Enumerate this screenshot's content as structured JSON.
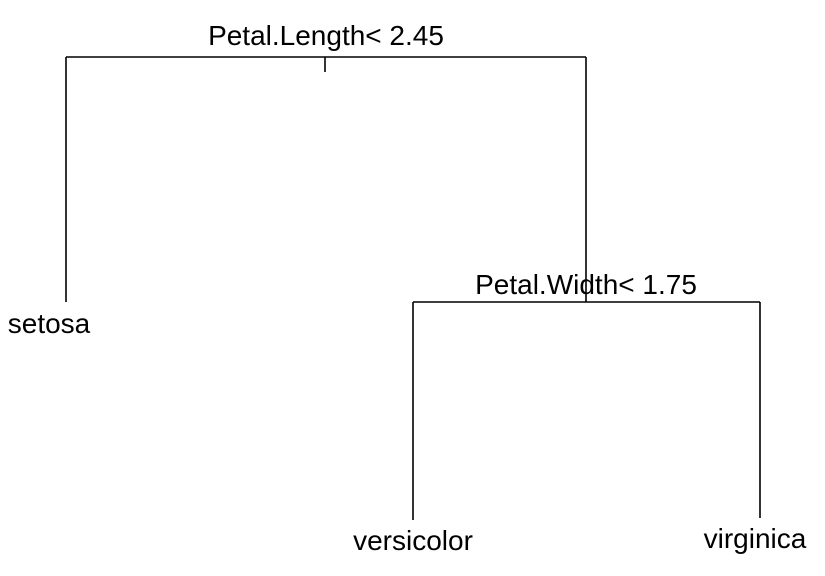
{
  "tree": {
    "root": {
      "split": "Petal.Length< 2.45",
      "left": {
        "leaf": "setosa"
      },
      "right": {
        "split": "Petal.Width< 1.75",
        "left": {
          "leaf": "versicolor"
        },
        "right": {
          "leaf": "virginica"
        }
      }
    }
  },
  "colors": {
    "line": "#000000",
    "text": "#000000",
    "background": "#ffffff"
  }
}
